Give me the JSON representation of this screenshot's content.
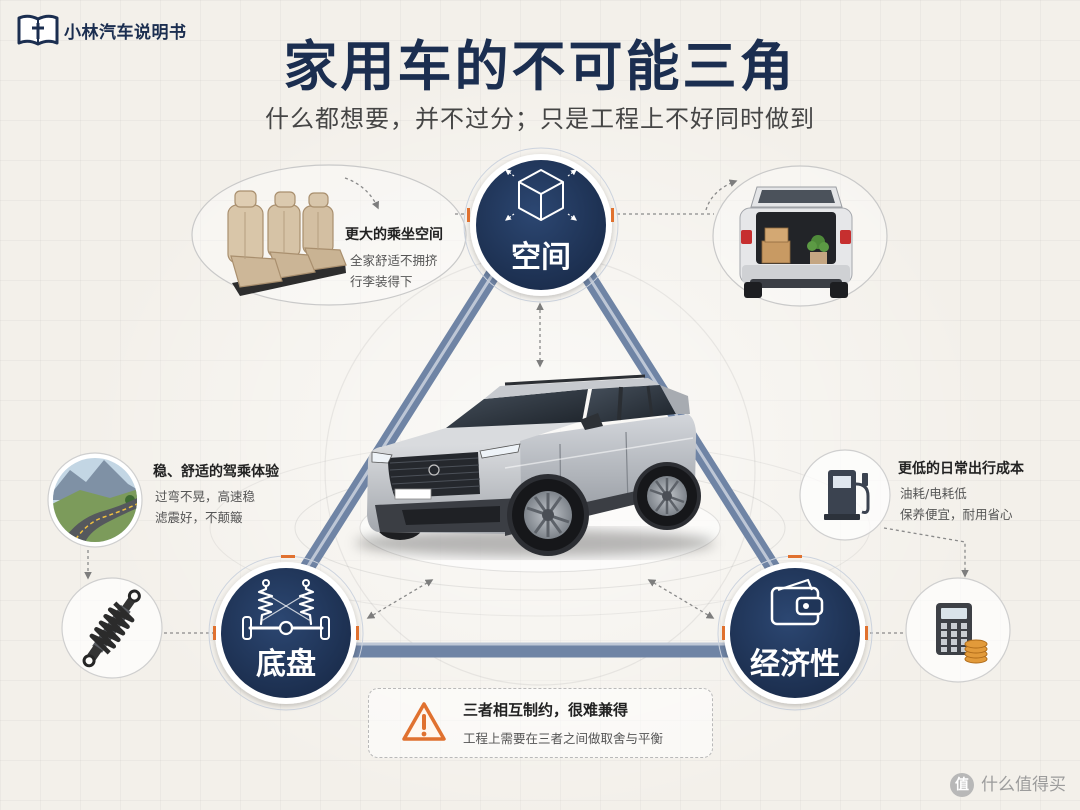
{
  "brand": {
    "name": "小林汽车说明书",
    "icon": "book-icon"
  },
  "title": "家用车的不可能三角",
  "subtitle": "什么都想要，并不过分；只是工程上不好同时做到",
  "center_image": "suv-image",
  "nodes": {
    "space": {
      "label": "空间",
      "icon": "cube-icon"
    },
    "chassis": {
      "label": "底盘",
      "icon": "suspension-icon"
    },
    "economy": {
      "label": "经济性",
      "icon": "wallet-icon"
    }
  },
  "callouts": {
    "space": {
      "heading": "更大的乘坐空间",
      "lines": [
        "全家舒适不拥挤",
        "行李装得下"
      ],
      "images": [
        "seats-image",
        "suv-trunk-image"
      ]
    },
    "chassis": {
      "heading": "稳、舒适的驾乘体验",
      "lines": [
        "过弯不晃，高速稳",
        "滤震好，不颠簸"
      ],
      "images": [
        "road-image",
        "shock-absorber-image"
      ]
    },
    "economy": {
      "heading": "更低的日常出行成本",
      "lines": [
        "油耗/电耗低",
        "保养便宜，耐用省心"
      ],
      "images": [
        "fuel-pump-image",
        "calculator-coins-image"
      ]
    }
  },
  "note": {
    "heading": "三者相互制约，很难兼得",
    "detail": "工程上需要在三者之间做取舍与平衡",
    "icon": "warning-icon"
  },
  "watermark": {
    "badge": "值",
    "text": "什么值得买"
  },
  "colors": {
    "navy": "#1f3558",
    "edge": "#6f84a5",
    "accent": "#e0712f",
    "background": "#f3f0ea"
  }
}
